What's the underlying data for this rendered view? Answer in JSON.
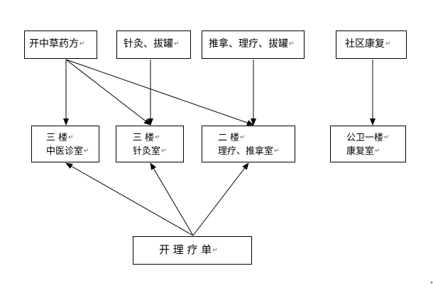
{
  "diagram": {
    "top_row": [
      {
        "id": "chinese-herbal",
        "text": "开中草药方"
      },
      {
        "id": "acupuncture-cupping",
        "text": "针灸、拔罐"
      },
      {
        "id": "massage-therapy-cupping",
        "text": "推拿、理疗、拔罐"
      },
      {
        "id": "community-rehab",
        "text": "社区康复"
      }
    ],
    "middle_row": [
      {
        "id": "tcm-clinic",
        "floor": "三  楼",
        "room": "中医诊室"
      },
      {
        "id": "acupuncture-room",
        "floor": "三    楼",
        "room": "针灸室"
      },
      {
        "id": "therapy-massage-room",
        "floor": "二    楼",
        "room": "理疗、推拿室"
      },
      {
        "id": "rehab-room",
        "floor": "公卫一楼",
        "room": "康复室"
      }
    ],
    "bottom": {
      "id": "prescription",
      "text": "开  理  疗  单"
    },
    "paragraph_mark": "↵",
    "edges": [
      {
        "from": "chinese-herbal",
        "to": "tcm-clinic"
      },
      {
        "from": "chinese-herbal",
        "to": "acupuncture-room"
      },
      {
        "from": "chinese-herbal",
        "to": "therapy-massage-room"
      },
      {
        "from": "acupuncture-cupping",
        "to": "acupuncture-room"
      },
      {
        "from": "massage-therapy-cupping",
        "to": "therapy-massage-room"
      },
      {
        "from": "community-rehab",
        "to": "rehab-room"
      },
      {
        "from": "prescription",
        "to": "tcm-clinic"
      },
      {
        "from": "prescription",
        "to": "acupuncture-room"
      },
      {
        "from": "prescription",
        "to": "therapy-massage-room"
      }
    ]
  }
}
